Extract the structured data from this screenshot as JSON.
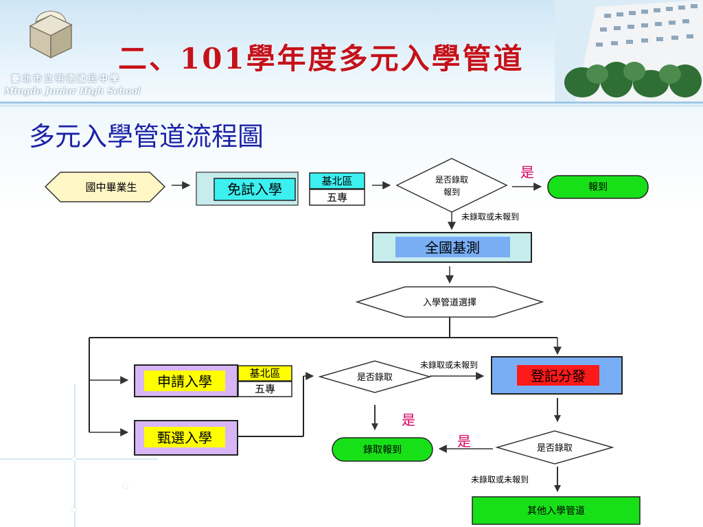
{
  "header": {
    "title": "二、101學年度多元入學管道",
    "school_name_cn": "臺北市立明德國民中學",
    "school_name_en": "Mingde Junior High School"
  },
  "heading": "多元入學管道流程圖",
  "flow": {
    "start": "國中畢業生",
    "exam_free": "免試入學",
    "exam_free_tag1": "基北區",
    "exam_free_tag2": "五專",
    "decision_top": "是否錄取\n報到",
    "yes_label_top": "是",
    "report": "報到",
    "not_admitted_1": "未錄取或未報到",
    "national_test": "全國基測",
    "channel_choice": "入學管道選擇",
    "apply": "申請入學",
    "apply_tag1": "基北區",
    "apply_tag2": "五專",
    "selection": "甄選入學",
    "decision_mid": "是否錄取",
    "not_admitted_2": "未錄取或未報到",
    "registration": "登記分發",
    "yes_label_mid": "是",
    "admit_report": "錄取報到",
    "yes_label_bottom": "是",
    "decision_bottom": "是否錄取",
    "not_admitted_3": "未錄取或未報到",
    "other_channels": "其他入學管道"
  },
  "colors": {
    "title_red": "#c4121b",
    "heading_blue": "#1b22a6",
    "green_box": "#18e018",
    "cyan_box": "#3df0f0",
    "purple_box": "#d8b6f5",
    "yellow_tag": "#ffff00",
    "red_tag": "#ff1a1a",
    "blue_box": "#79aef5",
    "light_yellow": "#fff7c6",
    "light_teal_box": "#c6ecec"
  }
}
